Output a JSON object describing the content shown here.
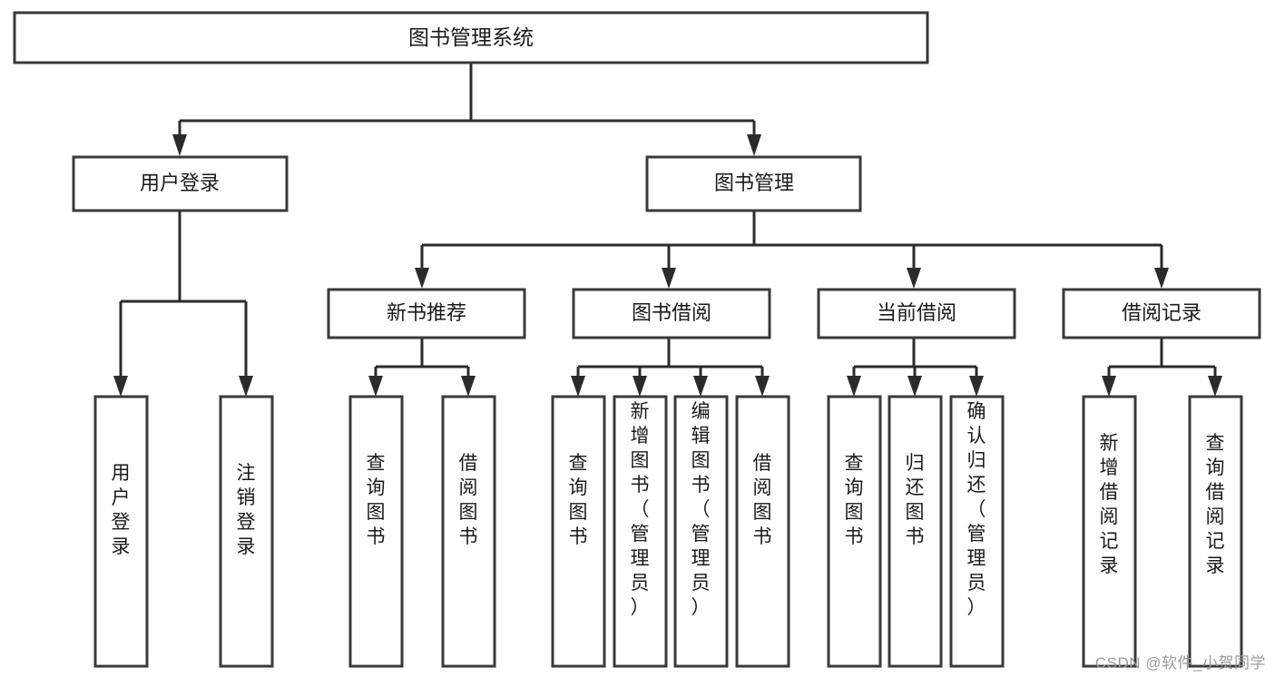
{
  "diagram": {
    "title": "图书管理系统",
    "type": "tree",
    "watermark": "CSDN @软件_小贺同学",
    "colors": {
      "box_stroke": "#3a3a3a",
      "connector": "#2b2b2b",
      "background": "#ffffff",
      "text": "#1a1a1a",
      "watermark": "#9a9a9a"
    },
    "root": {
      "label": "图书管理系统"
    },
    "level2": [
      {
        "label": "用户登录"
      },
      {
        "label": "图书管理"
      }
    ],
    "level3": [
      {
        "label": "新书推荐"
      },
      {
        "label": "图书借阅"
      },
      {
        "label": "当前借阅"
      },
      {
        "label": "借阅记录"
      }
    ],
    "leaves": {
      "user_login": [
        {
          "label": "用户登录"
        },
        {
          "label": "注销登录"
        }
      ],
      "new_book_recommend": [
        {
          "label": "查询图书"
        },
        {
          "label": "借阅图书"
        }
      ],
      "book_borrow": [
        {
          "label": "查询图书"
        },
        {
          "label": "新增图书（管理员）"
        },
        {
          "label": "编辑图书（管理员）"
        },
        {
          "label": "借阅图书"
        }
      ],
      "current_borrow": [
        {
          "label": "查询图书"
        },
        {
          "label": "归还图书"
        },
        {
          "label": "确认归还（管理员）"
        }
      ],
      "borrow_record": [
        {
          "label": "新增借阅记录"
        },
        {
          "label": "查询借阅记录"
        }
      ]
    }
  }
}
